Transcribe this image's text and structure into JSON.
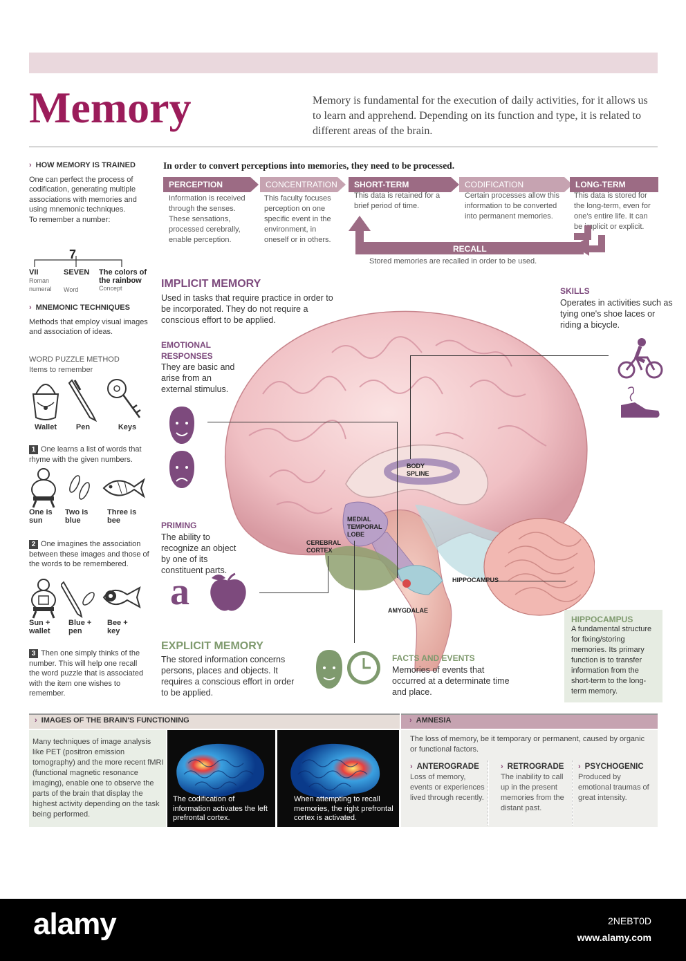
{
  "title": "Memory",
  "intro": "Memory is fundamental for the execution of daily activities, for it allows us to learn and apprehend.  Depending on its function and type, it is related to different areas of the brain.",
  "colors": {
    "accent": "#9b1c5a",
    "band": "#ead8dd",
    "purple": "#7d4a7d",
    "green": "#7f9a6e",
    "flow_dark": "#9c6b84",
    "flow_light": "#c6a3b1"
  },
  "trained": {
    "heading": "HOW MEMORY IS TRAINED",
    "text": "One can perfect the process of codification, generating multiple associations with memories and using mnemonic techniques.",
    "number_intro": "To remember a number:",
    "number": "7",
    "forms": [
      {
        "value": "VII",
        "caption": "Roman numeral"
      },
      {
        "value": "SEVEN",
        "caption": "Word"
      },
      {
        "value": "The colors of the rainbow",
        "caption": "Concept"
      }
    ]
  },
  "mnemonic": {
    "heading": "MNEMONIC TECHNIQUES",
    "text": "Methods that employ visual images and association of ideas.",
    "method_title": "WORD PUZZLE METHOD",
    "method_sub": "Items to remember",
    "items": [
      "Wallet",
      "Pen",
      "Keys"
    ],
    "step1": "One learns a list of words that rhyme with the given numbers.",
    "rhymes": [
      "One is sun",
      "Two is blue",
      "Three is bee"
    ],
    "step2": "One imagines the association between these images and those of the words to be remembered.",
    "combos": [
      "Sun + wallet",
      "Blue + pen",
      "Bee + key"
    ],
    "step3": "Then one simply thinks of the number. This will help one recall the word puzzle that is associated with the item one wishes to remember."
  },
  "process": {
    "heading": "In order to convert perceptions into memories, they need to be processed.",
    "stages": [
      {
        "label": "PERCEPTION",
        "text": "Information is received through the senses. These sensations, processed cerebrally, enable perception."
      },
      {
        "label": "CONCENTRATION",
        "text": "This faculty focuses perception on one specific event in the environment, in oneself or in others."
      },
      {
        "label": "SHORT-TERM",
        "text": "This data is retained for a brief period of time."
      },
      {
        "label": "CODIFICATION",
        "text": "Certain processes allow this information to be converted into permanent memories."
      },
      {
        "label": "LONG-TERM",
        "text": "This data is stored for the long-term, even for one's entire life.  It can be implicit or explicit."
      }
    ],
    "recall_label": "RECALL",
    "recall_text": "Stored memories are recalled in order to be used."
  },
  "implicit": {
    "heading": "IMPLICIT MEMORY",
    "text": "Used in tasks that require practice in order to be incorporated.  They do not require a conscious effort to be applied."
  },
  "emotional": {
    "heading": "EMOTIONAL RESPONSES",
    "text": "They are basic and arise from an external stimulus."
  },
  "priming": {
    "heading": "PRIMING",
    "text": "The ability to recognize an object by one of its constituent parts.",
    "letter": "a"
  },
  "explicit": {
    "heading": "EXPLICIT MEMORY",
    "text": "The stored information concerns persons, places and objects.  It requires a conscious effort in order to be applied."
  },
  "skills": {
    "heading": "SKILLS",
    "text": "Operates in activities such as tying one's shoe laces or riding a bicycle."
  },
  "facts": {
    "heading": "FACTS AND EVENTS",
    "text": "Memories of events that occurred at a determinate time and place."
  },
  "brain_labels": {
    "body": "BODY SPLINE",
    "medial": "MEDIAL TEMPORAL LOBE",
    "cortex": "CEREBRAL CORTEX",
    "hippo": "HIPPOCAMPUS",
    "amyg": "AMYGDALAE"
  },
  "hippo_box": {
    "heading": "HIPPOCAMPUS",
    "text": "A fundamental structure for fixing/storing memories. Its primary function is to transfer information from the short-term to the long-term memory."
  },
  "imaging": {
    "heading": "IMAGES OF THE BRAIN'S FUNCTIONING",
    "text": "Many techniques of image analysis like PET (positron emission tomography) and the more recent fMRI (functional magnetic resonance imaging), enable one to observe the parts of the brain that display the highest activity depending on the task being performed.",
    "caption1": "The codification of information activates the left prefrontal cortex.",
    "caption2": "When attempting to recall memories, the right prefrontal cortex is activated."
  },
  "amnesia": {
    "heading": "AMNESIA",
    "text": "The loss of memory, be it temporary or permanent, caused by organic or functional factors.",
    "types": [
      {
        "name": "ANTEROGRADE",
        "text": "Loss of memory, events or experiences lived through recently."
      },
      {
        "name": "RETROGRADE",
        "text": "The inability to call up in the present memories from the distant past."
      },
      {
        "name": "PSYCHOGENIC",
        "text": "Produced by emotional traumas of great intensity."
      }
    ]
  },
  "footer": {
    "logo": "alamy",
    "code": "2NEBT0D",
    "url": "www.alamy.com"
  }
}
